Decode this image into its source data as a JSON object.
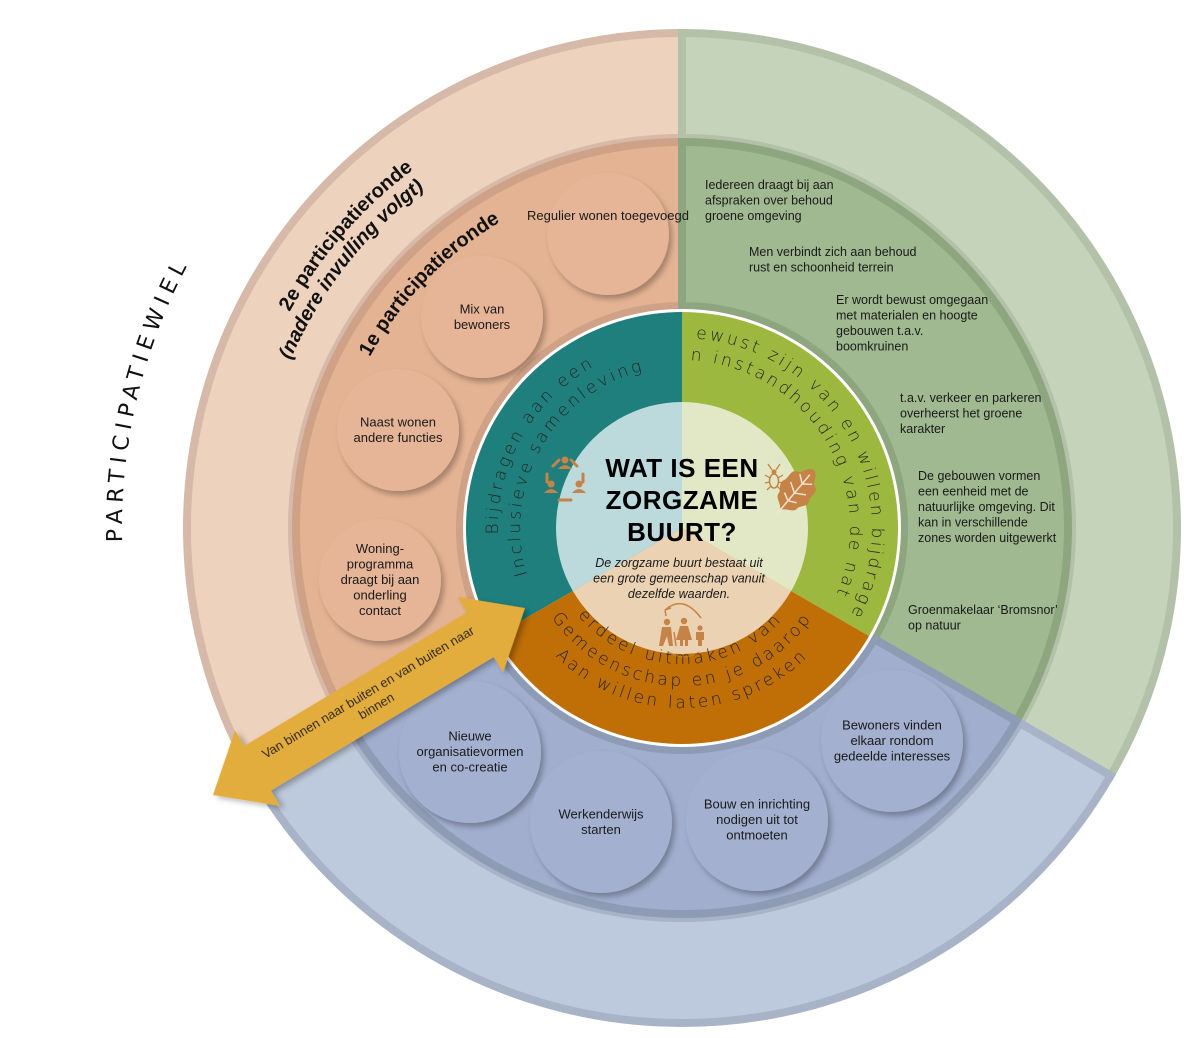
{
  "title": "PARTICIPATIEWIEL",
  "center": {
    "title_lines": [
      "WAT IS EEN",
      "ZORGZAME",
      "BUURT?"
    ],
    "subtitle_lines": [
      "De zorgzame buurt bestaat uit",
      "een grote gemeenschap vanuit",
      "dezelfde waarden."
    ],
    "icons": [
      "people-circle-icon",
      "beetle-icon",
      "oak-leaf-icon",
      "family-cycle-icon"
    ]
  },
  "rings": {
    "second_round_label_1": "2e participatieronde",
    "second_round_label_2": "(nadere invulling volgt)",
    "first_round_label": "1e participatieronde"
  },
  "inner_segments": [
    {
      "id": "inclusive",
      "lines": [
        "Bijdragen aan een",
        "Inclusieve samenleving"
      ],
      "color": "#1e7f7c"
    },
    {
      "id": "nature",
      "lines": [
        "Bewust zijn van en willen bijdragen",
        "Aan instandhouding van de natuur"
      ],
      "color": "#9db83e"
    },
    {
      "id": "community",
      "lines": [
        "Onderdeel uitmaken van een",
        "Gemeenschap en je daarop",
        "Aan willen laten spreken"
      ],
      "color": "#c06e06"
    }
  ],
  "bubbles_orange": [
    {
      "lines": [
        "Regulier wonen toegevoegd"
      ]
    },
    {
      "lines": [
        "Mix van",
        "bewoners"
      ]
    },
    {
      "lines": [
        "Naast wonen",
        "andere functies"
      ]
    },
    {
      "lines": [
        "Woning-",
        "programma",
        "draagt bij aan",
        "onderling",
        "contact"
      ]
    }
  ],
  "bubbles_blue": [
    {
      "lines": [
        "Nieuwe",
        "organisatievormen",
        "en co-creatie"
      ]
    },
    {
      "lines": [
        "Werkenderwijs",
        "starten"
      ]
    },
    {
      "lines": [
        "Bouw en inrichting",
        "nodigen uit tot",
        "ontmoeten"
      ]
    },
    {
      "lines": [
        "Bewoners vinden",
        "elkaar rondom",
        "gedeelde interesses"
      ]
    }
  ],
  "green_items": [
    {
      "lines": [
        "Iedereen draagt bij aan",
        "afspraken over behoud",
        "groene omgeving"
      ]
    },
    {
      "lines": [
        "Men verbindt zich aan behoud",
        "rust en schoonheid terrein"
      ]
    },
    {
      "lines": [
        "Er wordt bewust omgegaan",
        "met materialen en hoogte",
        "gebouwen t.a.v.",
        "boomkruinen"
      ]
    },
    {
      "lines": [
        "t.a.v. verkeer en parkeren",
        "overheerst het groene",
        "karakter"
      ]
    },
    {
      "lines": [
        "De gebouwen vormen",
        "een eenheid met de",
        "natuurlijke omgeving. Dit",
        "kan in verschillende",
        "zones worden uitgewerkt"
      ]
    },
    {
      "lines": [
        "Groenmakelaar ‘Bromsnor’",
        "op natuur"
      ]
    }
  ],
  "arrow": {
    "lines": [
      "Van binnen naar buiten en van buiten naar",
      "binnen"
    ],
    "color": "#e3ad3c"
  },
  "colors": {
    "outer_pink": "#edd2bd",
    "outer_pink_border": "#d6b9a8",
    "mid_pink": "#e4b393",
    "mid_pink_border": "#cfa288",
    "bubble_pink": "#e6b497",
    "outer_green": "#c6d3bb",
    "outer_green_border": "#b3c1a8",
    "mid_green": "#a0b990",
    "mid_green_border": "#8ea67f",
    "outer_blue": "#bdc9dc",
    "outer_blue_border": "#a8b3c8",
    "mid_blue": "#a1aece",
    "mid_blue_border": "#8e9bb5",
    "bubble_blue": "#a3b0cf",
    "center_teal": "#bcdadb",
    "center_green": "#e2e8c6",
    "center_orange": "#ebd2b2",
    "icon_brown": "#c68348"
  }
}
